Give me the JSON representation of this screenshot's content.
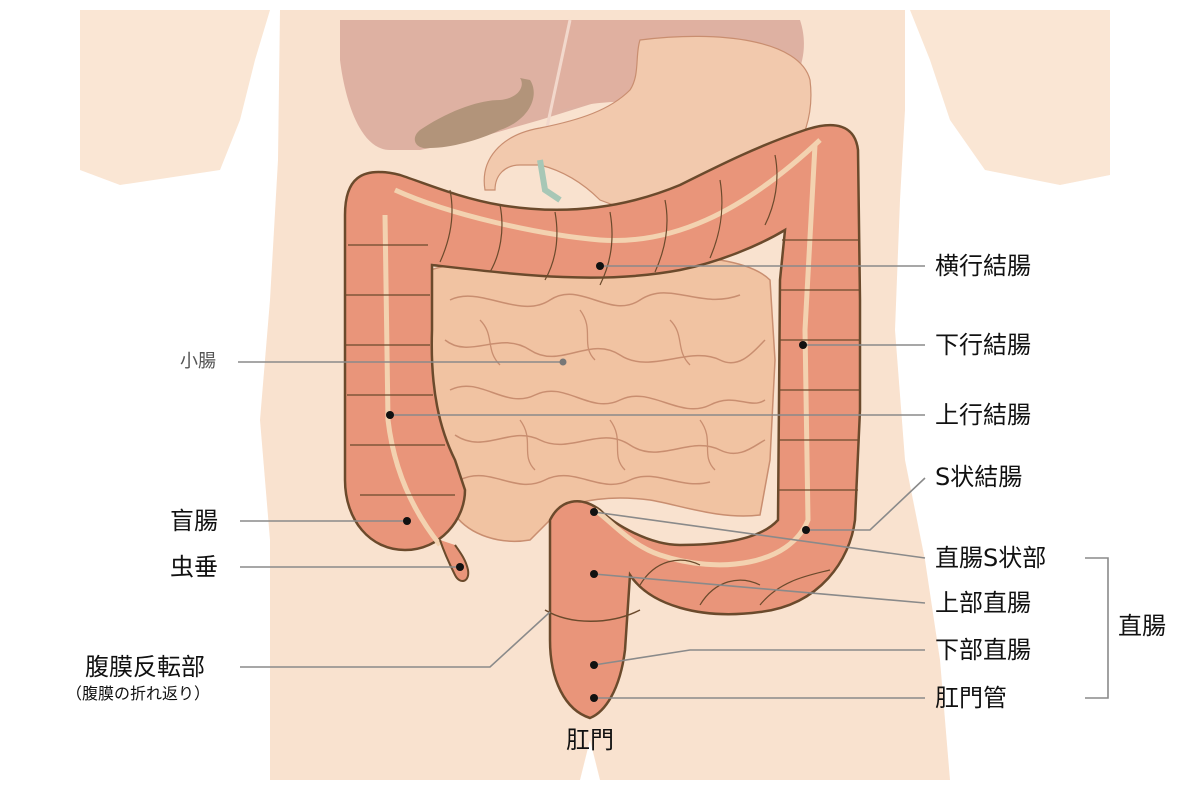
{
  "labels": {
    "transverse_colon": "横行結腸",
    "descending_colon": "下行結腸",
    "ascending_colon": "上行結腸",
    "sigmoid_colon": "S状結腸",
    "rectosigmoid": "直腸S状部",
    "upper_rectum": "上部直腸",
    "lower_rectum": "下部直腸",
    "anal_canal": "肛門管",
    "rectum_group": "直腸",
    "small_intestine": "小腸",
    "cecum": "盲腸",
    "appendix": "虫垂",
    "peritoneal_reflection": "腹膜反転部",
    "peritoneal_reflection_note": "（腹膜の折れ返り）",
    "anus": "肛門"
  },
  "colors": {
    "skin": "#f9e2cf",
    "colon": "#e9957a",
    "colon_outline": "#6b4a2c",
    "band": "#f3d2b0",
    "small_intestine": "#f1c3a2",
    "small_intestine_outline": "#c98e70",
    "liver": "#d9a89a",
    "gallbladder": "#b2947a",
    "stomach": "#f2c9ad",
    "leader_line": "#8a8a8a"
  }
}
